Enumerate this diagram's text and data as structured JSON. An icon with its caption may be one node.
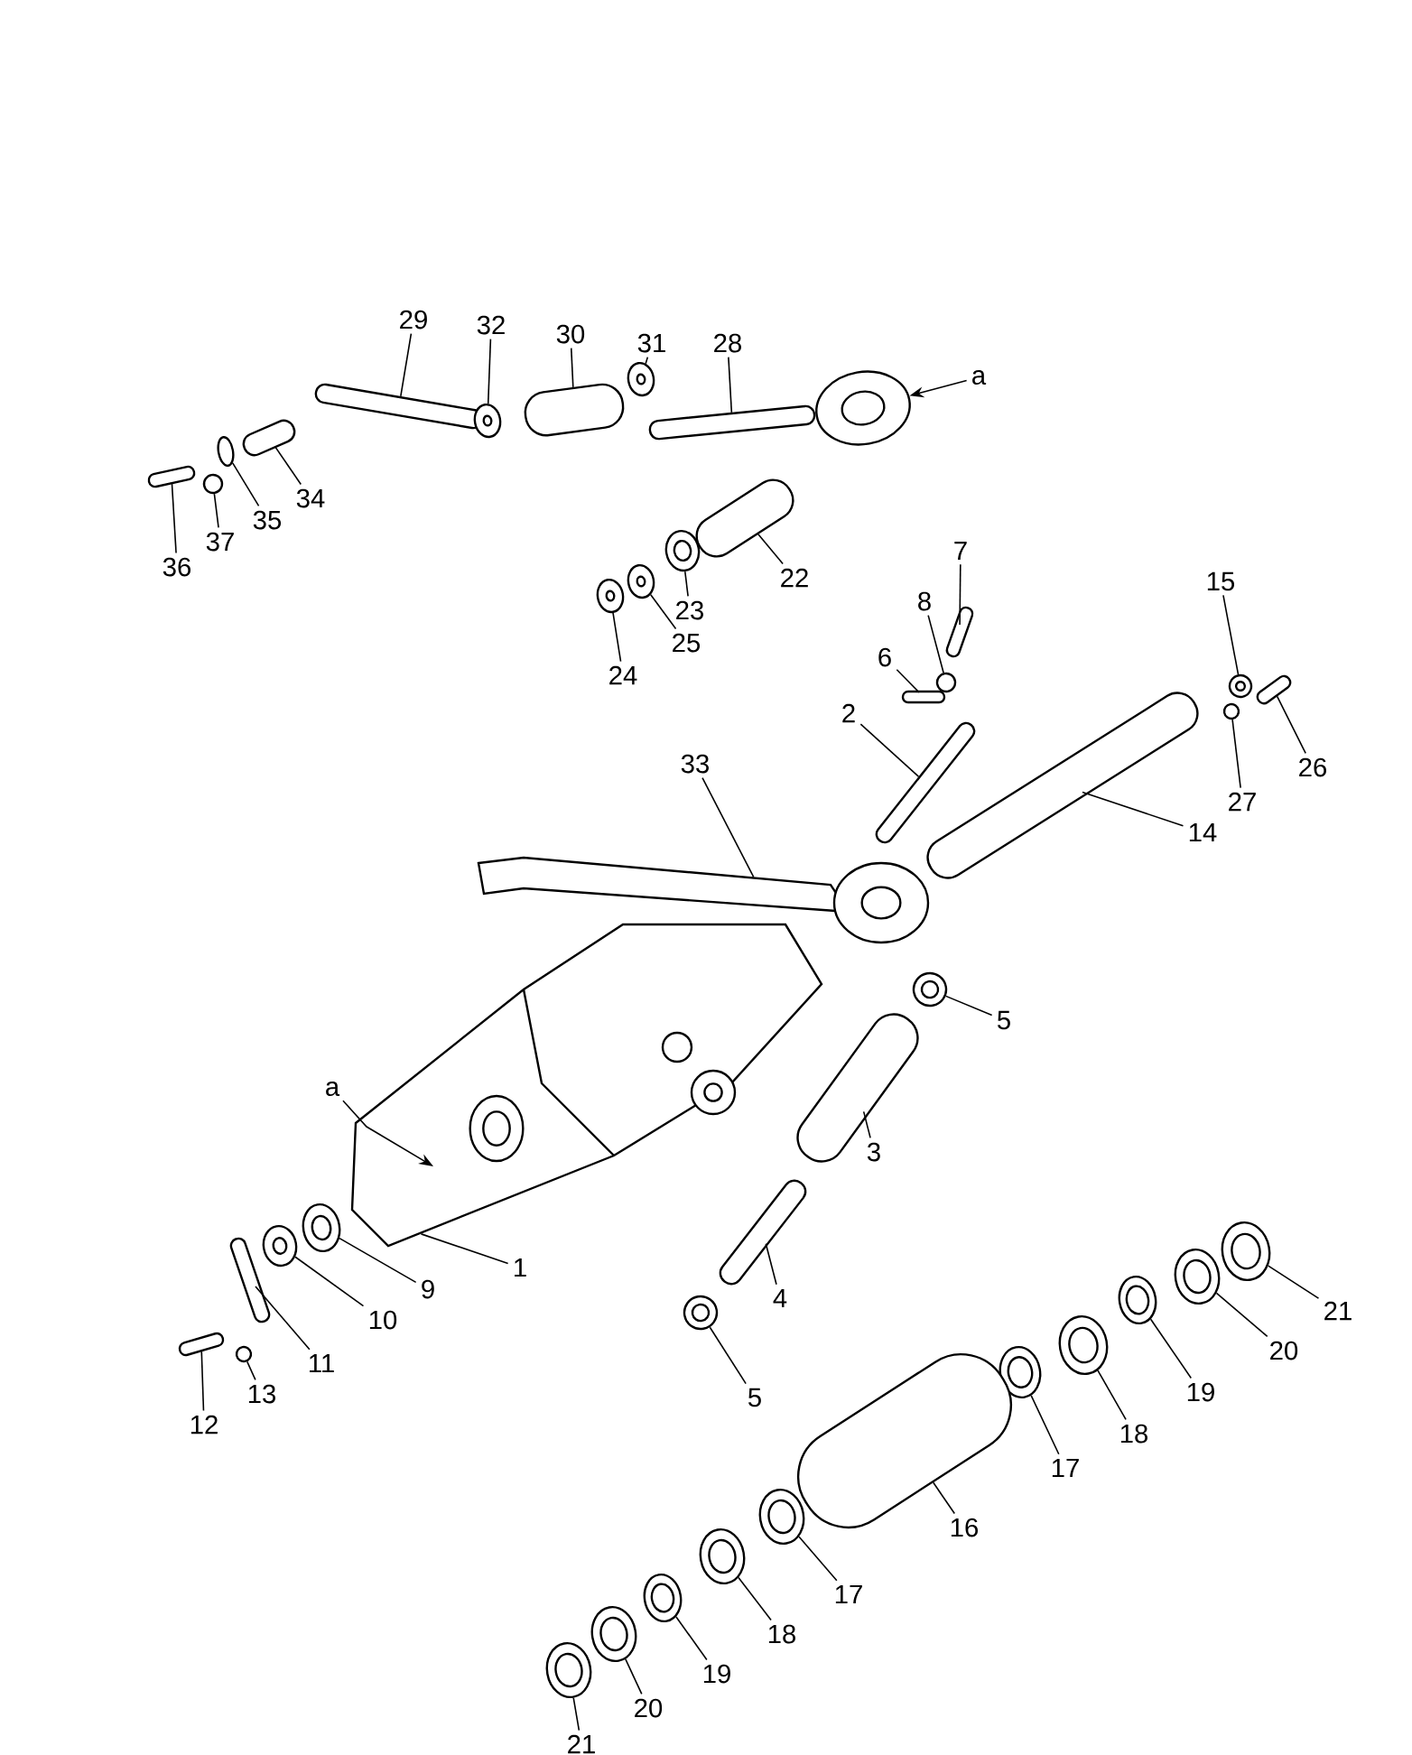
{
  "diagram": {
    "nodes": [
      {
        "text": [
          "29"
        ]
      },
      {
        "text": [
          "32"
        ]
      },
      {
        "text": [
          "30"
        ]
      },
      {
        "text": [
          "31"
        ]
      },
      {
        "text": [
          "28"
        ]
      },
      {
        "text": [
          "a"
        ]
      },
      {
        "text": [
          "36"
        ]
      },
      {
        "text": [
          "37"
        ]
      },
      {
        "text": [
          "35"
        ]
      },
      {
        "text": [
          "34"
        ]
      },
      {
        "text": [
          "22"
        ]
      },
      {
        "text": [
          "23"
        ]
      },
      {
        "text": [
          "25"
        ]
      },
      {
        "text": [
          "24"
        ]
      },
      {
        "text": [
          "7"
        ]
      },
      {
        "text": [
          "8"
        ]
      },
      {
        "text": [
          "6"
        ]
      },
      {
        "text": [
          "2"
        ]
      },
      {
        "text": [
          "15"
        ]
      },
      {
        "text": [
          "33"
        ]
      },
      {
        "text": [
          "27"
        ]
      },
      {
        "text": [
          "26"
        ]
      },
      {
        "text": [
          "14"
        ]
      },
      {
        "text": [
          "5"
        ]
      },
      {
        "text": [
          "a"
        ]
      },
      {
        "text": [
          "3"
        ]
      },
      {
        "text": [
          "1"
        ]
      },
      {
        "text": [
          "9"
        ]
      },
      {
        "text": [
          "10"
        ]
      },
      {
        "text": [
          "11"
        ]
      },
      {
        "text": [
          "13"
        ]
      },
      {
        "text": [
          "12"
        ]
      },
      {
        "text": [
          "4"
        ]
      },
      {
        "text": [
          "5"
        ]
      },
      {
        "text": [
          "21"
        ]
      },
      {
        "text": [
          "20"
        ]
      },
      {
        "text": [
          "19"
        ]
      },
      {
        "text": [
          "18"
        ]
      },
      {
        "text": [
          "17"
        ]
      },
      {
        "text": [
          "16"
        ]
      },
      {
        "text": [
          "17"
        ]
      },
      {
        "text": [
          "18"
        ]
      },
      {
        "text": [
          "19"
        ]
      },
      {
        "text": [
          "20"
        ]
      },
      {
        "text": [
          "21"
        ]
      },
      {
        "text": [],
        "shape": "bar"
      },
      {
        "text": [],
        "shape": "circle"
      },
      {
        "text": [],
        "shape": "bar"
      },
      {
        "text": [],
        "shape": "circle"
      },
      {
        "text": [],
        "shape": "bar"
      },
      {
        "text": [],
        "shape": "circle"
      },
      {
        "text": [],
        "shape": "bar"
      },
      {
        "text": [],
        "shape": "circle"
      },
      {
        "text": [],
        "shape": "circle"
      },
      {
        "text": [],
        "shape": "bar"
      },
      {
        "text": [],
        "shape": "bar"
      },
      {
        "text": [],
        "shape": "circle"
      },
      {
        "text": [],
        "shape": "circle"
      },
      {
        "text": [],
        "shape": "circle"
      },
      {
        "text": [],
        "shape": "bar"
      },
      {
        "text": [],
        "shape": "circle"
      },
      {
        "text": [],
        "shape": "bar"
      },
      {
        "text": [],
        "shape": "bar"
      },
      {
        "text": [],
        "shape": "circle"
      },
      {
        "text": [],
        "shape": "picture"
      },
      {
        "text": [],
        "shape": "circle"
      },
      {
        "text": [],
        "shape": "bar"
      },
      {
        "text": [],
        "shape": "bar"
      },
      {
        "text": [],
        "shape": "circle"
      },
      {
        "text": [],
        "shape": "picture"
      },
      {
        "text": [],
        "shape": "bar"
      },
      {
        "text": [],
        "shape": "circle"
      },
      {
        "text": [],
        "shape": "circle"
      },
      {
        "text": [],
        "shape": "bar"
      },
      {
        "text": [],
        "shape": "circle"
      },
      {
        "text": [],
        "shape": "bar"
      },
      {
        "text": [],
        "shape": "bar"
      },
      {
        "text": [],
        "shape": "circle"
      },
      {
        "text": [],
        "shape": "circle"
      },
      {
        "text": [],
        "shape": "circle"
      },
      {
        "text": [],
        "shape": "circle"
      },
      {
        "text": [],
        "shape": "circle"
      },
      {
        "text": [],
        "shape": "circle"
      },
      {
        "text": [],
        "shape": "bar"
      },
      {
        "text": [],
        "shape": "circle"
      },
      {
        "text": [],
        "shape": "circle"
      },
      {
        "text": [],
        "shape": "circle"
      },
      {
        "text": [],
        "shape": "circle"
      },
      {
        "text": [],
        "shape": "circle"
      }
    ],
    "edges": [
      {
        "from": 0,
        "to": 45,
        "arrow": "none"
      },
      {
        "from": 1,
        "to": 46,
        "arrow": "none"
      },
      {
        "from": 2,
        "to": 47,
        "arrow": "none"
      },
      {
        "from": 3,
        "to": 48,
        "arrow": "none"
      },
      {
        "from": 4,
        "to": 49,
        "arrow": "none"
      },
      {
        "from": 5,
        "to": 50,
        "arrow": "to"
      },
      {
        "from": 6,
        "to": 51,
        "arrow": "none"
      },
      {
        "from": 7,
        "to": 52,
        "arrow": "none"
      },
      {
        "from": 8,
        "to": 53,
        "arrow": "none"
      },
      {
        "from": 9,
        "to": 54,
        "arrow": "none"
      },
      {
        "from": 10,
        "to": 55,
        "arrow": "none"
      },
      {
        "from": 11,
        "to": 56,
        "arrow": "none"
      },
      {
        "from": 12,
        "to": 57,
        "arrow": "none"
      },
      {
        "from": 13,
        "to": 58,
        "arrow": "none"
      },
      {
        "from": 14,
        "to": 59,
        "arrow": "none"
      },
      {
        "from": 15,
        "to": 60,
        "arrow": "none"
      },
      {
        "from": 16,
        "to": 61,
        "arrow": "none"
      },
      {
        "from": 17,
        "to": 62,
        "arrow": "none"
      },
      {
        "from": 18,
        "to": 63,
        "arrow": "none"
      },
      {
        "from": 19,
        "to": 64,
        "arrow": "none"
      },
      {
        "from": 20,
        "to": 65,
        "arrow": "none"
      },
      {
        "from": 21,
        "to": 66,
        "arrow": "none"
      },
      {
        "from": 22,
        "to": 67,
        "arrow": "none"
      },
      {
        "from": 23,
        "to": 68,
        "arrow": "none"
      },
      {
        "from": 24,
        "to": 69,
        "arrow": "to"
      },
      {
        "from": 25,
        "to": 70,
        "arrow": "none"
      },
      {
        "from": 26,
        "to": 69,
        "arrow": "none"
      },
      {
        "from": 27,
        "to": 71,
        "arrow": "none"
      },
      {
        "from": 28,
        "to": 72,
        "arrow": "none"
      },
      {
        "from": 29,
        "to": 73,
        "arrow": "none"
      },
      {
        "from": 30,
        "to": 74,
        "arrow": "none"
      },
      {
        "from": 31,
        "to": 75,
        "arrow": "none"
      },
      {
        "from": 32,
        "to": 76,
        "arrow": "none"
      },
      {
        "from": 33,
        "to": 77,
        "arrow": "none"
      },
      {
        "from": 34,
        "to": 78,
        "arrow": "none"
      },
      {
        "from": 35,
        "to": 79,
        "arrow": "none"
      },
      {
        "from": 36,
        "to": 80,
        "arrow": "none"
      },
      {
        "from": 37,
        "to": 81,
        "arrow": "none"
      },
      {
        "from": 38,
        "to": 82,
        "arrow": "none"
      },
      {
        "from": 39,
        "to": 83,
        "arrow": "none"
      },
      {
        "from": 40,
        "to": 84,
        "arrow": "none"
      },
      {
        "from": 41,
        "to": 85,
        "arrow": "none"
      },
      {
        "from": 42,
        "to": 86,
        "arrow": "none"
      },
      {
        "from": 43,
        "to": 87,
        "arrow": "none"
      },
      {
        "from": 44,
        "to": 88,
        "arrow": "none"
      }
    ]
  }
}
